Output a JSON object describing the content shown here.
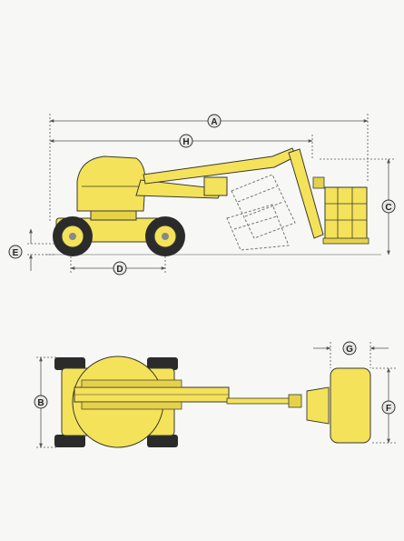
{
  "colors": {
    "machine_yellow": "#f4e25a",
    "outline": "#3a3a30",
    "dim_line": "#555555",
    "tire": "#2b2b2b",
    "label_circle": "#e8e8e8"
  },
  "dimension_labels": {
    "A": "A",
    "B": "B",
    "C": "C",
    "D": "D",
    "E": "E",
    "F": "F",
    "G": "G",
    "H": "H"
  },
  "icons": {
    "side_view": "articulating-boom-lift-side-view",
    "top_view": "articulating-boom-lift-top-view"
  }
}
